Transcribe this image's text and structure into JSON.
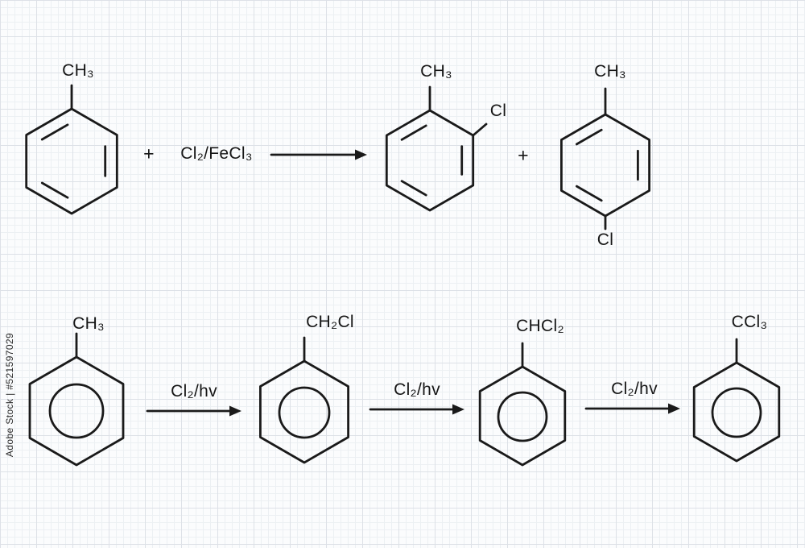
{
  "watermark": {
    "side_text": "Adobe Stock | #521597029"
  },
  "colors": {
    "bond": "#1a1a1a",
    "paper": "#fbfcfd",
    "grid_minor": "#ecf0f3",
    "grid_major": "#dde1e7"
  },
  "reaction_top": {
    "toluene_substituent": "CH₃",
    "plus_1": "+",
    "reagent": "Cl₂/FeCl₃",
    "ortho_product_substituent": "CH₃",
    "ortho_product_cl": "Cl",
    "plus_2": "+",
    "para_product_substituent": "CH₃",
    "para_product_cl": "Cl"
  },
  "reaction_bottom": {
    "toluene_substituent": "CH₃",
    "step1_reagent": "Cl₂/hv",
    "benzyl_chloride_substituent": "CH₂Cl",
    "step2_reagent": "Cl₂/hv",
    "benzal_chloride_substituent": "CHCl₂",
    "step3_reagent": "Cl₂/hv",
    "benzotrichloride_substituent": "CCl₃"
  }
}
